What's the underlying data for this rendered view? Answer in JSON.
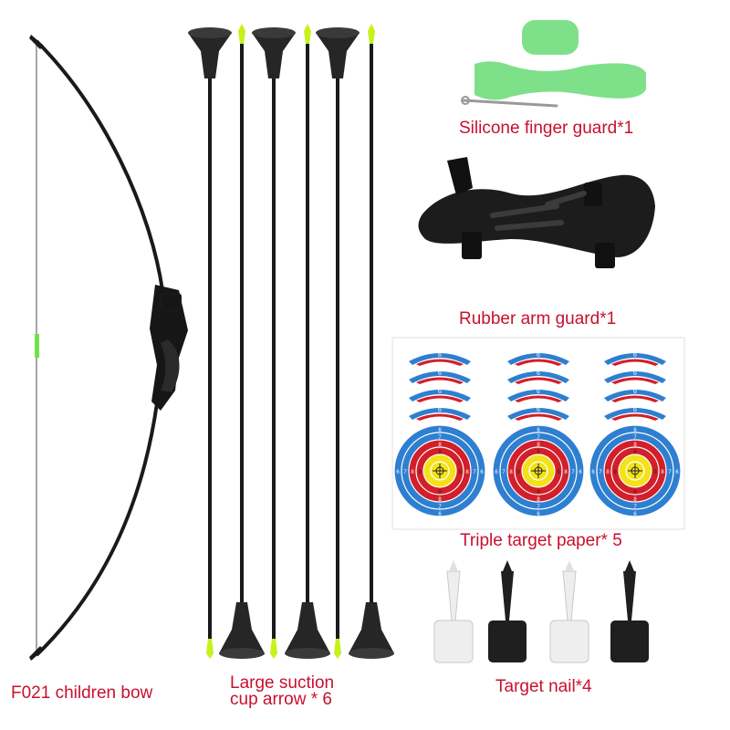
{
  "captions": {
    "finger_guard": "Silicone finger guard*1",
    "arm_guard": "Rubber arm guard*1",
    "target_paper": "Triple target paper* 5",
    "target_nail": "Target nail*4",
    "bow": "F021 children bow",
    "arrow_line1": "Large suction",
    "arrow_line2": "cup arrow * 6"
  },
  "target_ring_labels": [
    "6",
    "7",
    "8",
    "9"
  ],
  "colors": {
    "caption": "#c8102e",
    "bow_limb": "#1a1a1a",
    "bow_string": "#8a8a8a",
    "fletch_green": "#c6f21a",
    "finger_guard_green": "#7fe08a",
    "target_blue": "#2e7fd0",
    "target_red": "#d21f2a",
    "target_yellow": "#f3e21a",
    "target_white": "#ffffff",
    "nail_white": "#eeeeee",
    "nail_black": "#1f1f1f"
  }
}
